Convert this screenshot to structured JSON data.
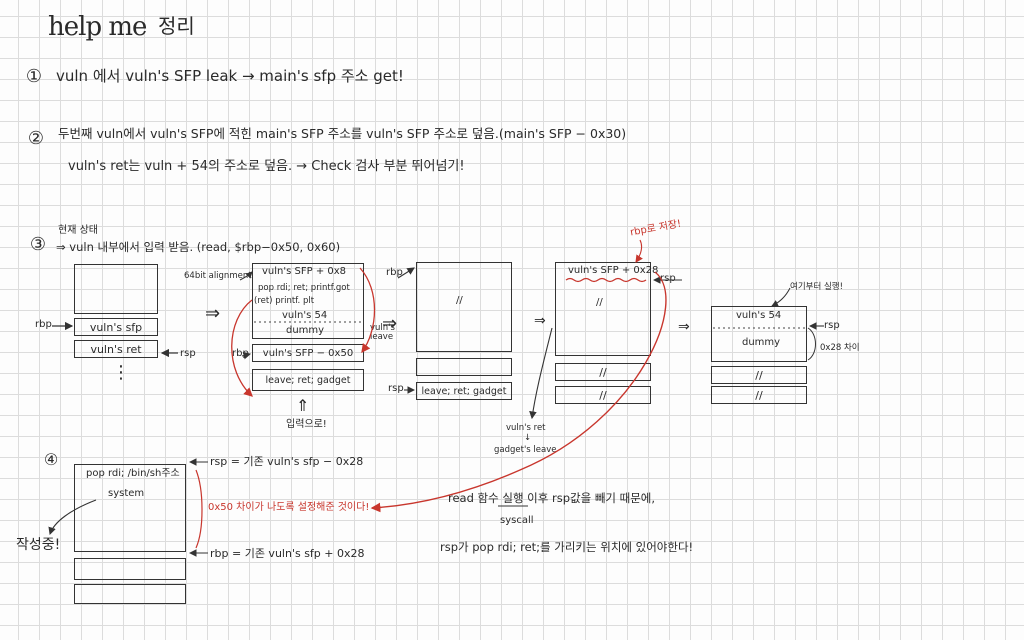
{
  "title": "help me",
  "title_kr": "정리",
  "steps": {
    "s1": {
      "num": "①",
      "text": "vuln 에서  vuln's SFP leak → main's sfp 주소 get!"
    },
    "s2": {
      "num": "②",
      "text": "두번째 vuln에서  vuln's SFP에 적힌 main's SFP 주소를  vuln's SFP 주소로 덮음.(main's SFP − 0x30)",
      "text2": "vuln's ret는  vuln + 54의 주소로 덮음. → Check 검사 부분 뛰어넘기!"
    },
    "s3": {
      "num": "③",
      "header": "현재 상태",
      "line": "⇒ vuln 내부에서 입력 받음. (read, $rbp−0x50, 0x60)"
    },
    "s4": {
      "num": "④"
    }
  },
  "diagram": {
    "rbp": "rbp",
    "rsp": "rsp",
    "st1": {
      "sfp": "vuln's sfp",
      "ret": "vuln's ret",
      "dots": "⋮"
    },
    "align": "64bit alignment",
    "st2": {
      "top": "vuln's SFP + 0x8",
      "l1": "pop rdi; ret; printf.got",
      "l2": "(ret) printf. plt",
      "l3": "vuln's 54",
      "l4": "dummy",
      "sfp": "vuln's SFP − 0x50",
      "ret": "leave; ret; gadget",
      "input": "입력으로!"
    },
    "vulns_leave": "vuln's leave",
    "st3": {
      "mark": "//",
      "ret": "leave; ret; gadget"
    },
    "st4": {
      "top": "vuln's SFP + 0x28",
      "mark": "//",
      "c1": "//",
      "c2": "//",
      "note_red": "rbp로 저장!",
      "ret_note1": "vuln's ret",
      "ret_note2": "↓",
      "ret_note3": "gadget's leave"
    },
    "st5": {
      "top": "vuln's 54",
      "body": "dummy",
      "c1": "//",
      "c2": "//",
      "note1": "여기부터 실행!",
      "note2": "0x28 차이"
    },
    "st6": {
      "l1": "pop rdi; /bin/sh주소",
      "l2": "system",
      "rsp_note": "rsp = 기존  vuln's sfp − 0x28",
      "rbp_note": "rbp = 기존  vuln's sfp + 0x28",
      "mid_red": "0x50 차이가 나도록 설정해준 것이다!",
      "left": "작성중!"
    },
    "notes": {
      "n1": "read 함수 실행 이후 rsp값을 빼기 때문에,",
      "n1b": "syscall",
      "n2": "rsp가  pop rdi; ret;를 가리키는 위치에 있어야한다!"
    }
  }
}
